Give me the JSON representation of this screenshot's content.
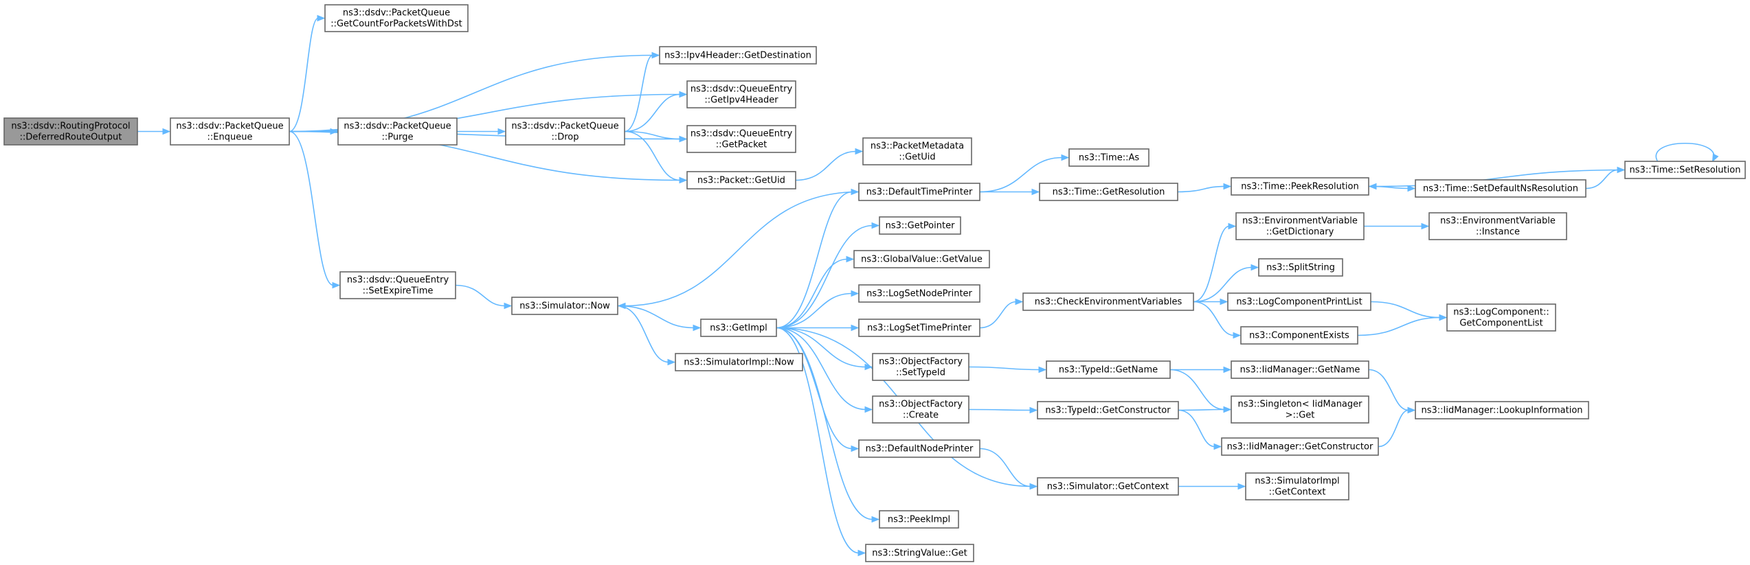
{
  "graph": {
    "kind": "doxygen call graph",
    "colors": {
      "edge": "#63b8ff",
      "root_fill": "#999999",
      "node_border": "#666666",
      "node_fill": "#ffffff"
    },
    "nodes": [
      {
        "id": "deferred",
        "lines": [
          "ns3::dsdv::RoutingProtocol",
          "::DeferredRouteOutput"
        ],
        "root": true
      },
      {
        "id": "enqueue",
        "lines": [
          "ns3::dsdv::PacketQueue",
          "::Enqueue"
        ]
      },
      {
        "id": "getcount",
        "lines": [
          "ns3::dsdv::PacketQueue",
          "::GetCountForPacketsWithDst"
        ]
      },
      {
        "id": "ipv4dest",
        "lines": [
          "ns3::Ipv4Header::GetDestination"
        ]
      },
      {
        "id": "getipv4hdr",
        "lines": [
          "ns3::dsdv::QueueEntry",
          "::GetIpv4Header"
        ]
      },
      {
        "id": "getpacket",
        "lines": [
          "ns3::dsdv::QueueEntry",
          "::GetPacket"
        ]
      },
      {
        "id": "purge",
        "lines": [
          "ns3::dsdv::PacketQueue",
          "::Purge"
        ]
      },
      {
        "id": "drop",
        "lines": [
          "ns3::dsdv::PacketQueue",
          "::Drop"
        ]
      },
      {
        "id": "pktgetuid",
        "lines": [
          "ns3::Packet::GetUid"
        ]
      },
      {
        "id": "metagetuid",
        "lines": [
          "ns3::PacketMetadata",
          "::GetUid"
        ]
      },
      {
        "id": "setexpire",
        "lines": [
          "ns3::dsdv::QueueEntry",
          "::SetExpireTime"
        ]
      },
      {
        "id": "simnow",
        "lines": [
          "ns3::Simulator::Now"
        ]
      },
      {
        "id": "getimpl",
        "lines": [
          "ns3::GetImpl"
        ]
      },
      {
        "id": "simimplnow",
        "lines": [
          "ns3::SimulatorImpl::Now"
        ]
      },
      {
        "id": "deftimeprinter",
        "lines": [
          "ns3::DefaultTimePrinter"
        ]
      },
      {
        "id": "getpointer",
        "lines": [
          "ns3::GetPointer"
        ]
      },
      {
        "id": "globalget",
        "lines": [
          "ns3::GlobalValue::GetValue"
        ]
      },
      {
        "id": "logsetnode",
        "lines": [
          "ns3::LogSetNodePrinter"
        ]
      },
      {
        "id": "logsettime",
        "lines": [
          "ns3::LogSetTimePrinter"
        ]
      },
      {
        "id": "ofsettype",
        "lines": [
          "ns3::ObjectFactory",
          "::SetTypeId"
        ]
      },
      {
        "id": "ofcreate",
        "lines": [
          "ns3::ObjectFactory",
          "::Create"
        ]
      },
      {
        "id": "defnodeprinter",
        "lines": [
          "ns3::DefaultNodePrinter"
        ]
      },
      {
        "id": "peekimpl",
        "lines": [
          "ns3::PeekImpl"
        ]
      },
      {
        "id": "stringget",
        "lines": [
          "ns3::StringValue::Get"
        ]
      },
      {
        "id": "timeas",
        "lines": [
          "ns3::Time::As"
        ]
      },
      {
        "id": "timegetres",
        "lines": [
          "ns3::Time::GetResolution"
        ]
      },
      {
        "id": "checkenv",
        "lines": [
          "ns3::CheckEnvironmentVariables"
        ]
      },
      {
        "id": "typegetname",
        "lines": [
          "ns3::TypeId::GetName"
        ]
      },
      {
        "id": "typegetctor",
        "lines": [
          "ns3::TypeId::GetConstructor"
        ]
      },
      {
        "id": "simgetctx",
        "lines": [
          "ns3::Simulator::GetContext"
        ]
      },
      {
        "id": "peekres",
        "lines": [
          "ns3::Time::PeekResolution"
        ]
      },
      {
        "id": "setdefns",
        "lines": [
          "ns3::Time::SetDefaultNsResolution"
        ]
      },
      {
        "id": "setres",
        "lines": [
          "ns3::Time::SetResolution"
        ]
      },
      {
        "id": "envgetdict",
        "lines": [
          "ns3::EnvironmentVariable",
          "::GetDictionary"
        ]
      },
      {
        "id": "envinstance",
        "lines": [
          "ns3::EnvironmentVariable",
          "::Instance"
        ]
      },
      {
        "id": "splitstring",
        "lines": [
          "ns3::SplitString"
        ]
      },
      {
        "id": "logcompprint",
        "lines": [
          "ns3::LogComponentPrintList"
        ]
      },
      {
        "id": "compexists",
        "lines": [
          "ns3::ComponentExists"
        ]
      },
      {
        "id": "logcompget",
        "lines": [
          "ns3::LogComponent::",
          "GetComponentList"
        ]
      },
      {
        "id": "iidgetname",
        "lines": [
          "ns3::IidManager::GetName"
        ]
      },
      {
        "id": "singleton",
        "lines": [
          "ns3::Singleton< IidManager",
          ">::Get"
        ]
      },
      {
        "id": "iidgetctor",
        "lines": [
          "ns3::IidManager::GetConstructor"
        ]
      },
      {
        "id": "iidlookup",
        "lines": [
          "ns3::IidManager::LookupInformation"
        ]
      },
      {
        "id": "simimplctx",
        "lines": [
          "ns3::SimulatorImpl",
          "::GetContext"
        ]
      }
    ],
    "edges": [
      [
        "deferred",
        "enqueue"
      ],
      [
        "enqueue",
        "getcount"
      ],
      [
        "enqueue",
        "ipv4dest"
      ],
      [
        "enqueue",
        "getipv4hdr"
      ],
      [
        "enqueue",
        "purge"
      ],
      [
        "enqueue",
        "getpacket"
      ],
      [
        "enqueue",
        "pktgetuid"
      ],
      [
        "enqueue",
        "setexpire"
      ],
      [
        "purge",
        "drop"
      ],
      [
        "drop",
        "ipv4dest"
      ],
      [
        "drop",
        "getipv4hdr"
      ],
      [
        "drop",
        "getpacket"
      ],
      [
        "drop",
        "pktgetuid"
      ],
      [
        "pktgetuid",
        "metagetuid"
      ],
      [
        "setexpire",
        "simnow"
      ],
      [
        "simnow",
        "getimpl"
      ],
      [
        "simnow",
        "simimplnow"
      ],
      [
        "getimpl",
        "deftimeprinter"
      ],
      [
        "getimpl",
        "getpointer"
      ],
      [
        "getimpl",
        "globalget"
      ],
      [
        "getimpl",
        "logsetnode"
      ],
      [
        "getimpl",
        "logsettime"
      ],
      [
        "getimpl",
        "ofsettype"
      ],
      [
        "getimpl",
        "ofcreate"
      ],
      [
        "getimpl",
        "defnodeprinter"
      ],
      [
        "getimpl",
        "simgetctx"
      ],
      [
        "getimpl",
        "peekimpl"
      ],
      [
        "getimpl",
        "stringget"
      ],
      [
        "deftimeprinter",
        "simnow"
      ],
      [
        "deftimeprinter",
        "timeas"
      ],
      [
        "deftimeprinter",
        "timegetres"
      ],
      [
        "timegetres",
        "peekres"
      ],
      [
        "peekres",
        "setdefns"
      ],
      [
        "setdefns",
        "setres"
      ],
      [
        "setres",
        "peekres"
      ],
      [
        "setres",
        "setres"
      ],
      [
        "logsettime",
        "checkenv"
      ],
      [
        "checkenv",
        "envgetdict"
      ],
      [
        "checkenv",
        "splitstring"
      ],
      [
        "checkenv",
        "logcompprint"
      ],
      [
        "checkenv",
        "compexists"
      ],
      [
        "envgetdict",
        "envinstance"
      ],
      [
        "logcompprint",
        "logcompget"
      ],
      [
        "compexists",
        "logcompget"
      ],
      [
        "ofsettype",
        "typegetname"
      ],
      [
        "typegetname",
        "iidgetname"
      ],
      [
        "typegetname",
        "singleton"
      ],
      [
        "iidgetname",
        "iidlookup"
      ],
      [
        "ofcreate",
        "typegetctor"
      ],
      [
        "typegetctor",
        "singleton"
      ],
      [
        "typegetctor",
        "iidgetctor"
      ],
      [
        "iidgetctor",
        "iidlookup"
      ],
      [
        "defnodeprinter",
        "simgetctx"
      ],
      [
        "simgetctx",
        "simimplctx"
      ]
    ]
  }
}
